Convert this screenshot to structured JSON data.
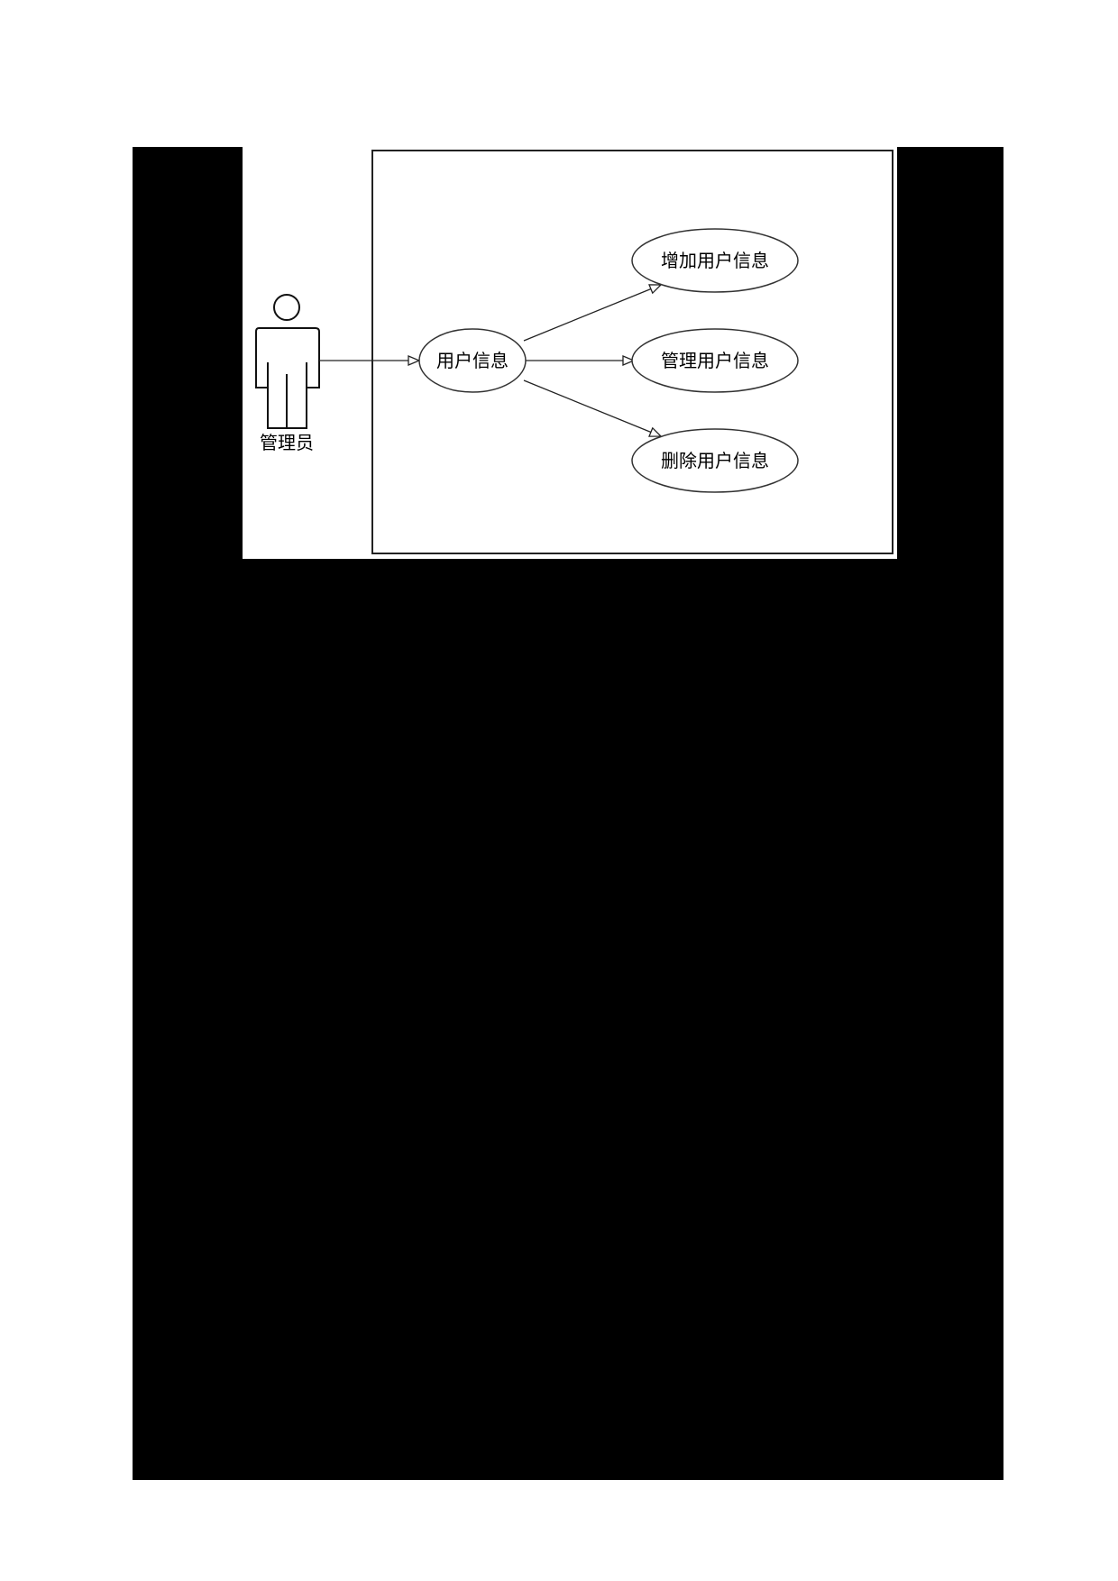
{
  "page": {
    "background": "#ffffff",
    "redaction_color": "#000000"
  },
  "diagram": {
    "type": "uml-use-case",
    "actor": {
      "label": "管理员"
    },
    "system_boundary": {
      "label": ""
    },
    "use_cases": {
      "main": {
        "label": "用户信息"
      },
      "add": {
        "label": "增加用户信息"
      },
      "manage": {
        "label": "管理用户信息"
      },
      "delete": {
        "label": "删除用户信息"
      }
    },
    "relations": [
      {
        "from": "管理员",
        "to": "用户信息",
        "type": "generalization-arrow"
      },
      {
        "from": "用户信息",
        "to": "增加用户信息",
        "type": "generalization-arrow"
      },
      {
        "from": "用户信息",
        "to": "管理用户信息",
        "type": "generalization-arrow"
      },
      {
        "from": "用户信息",
        "to": "删除用户信息",
        "type": "generalization-arrow"
      }
    ]
  }
}
